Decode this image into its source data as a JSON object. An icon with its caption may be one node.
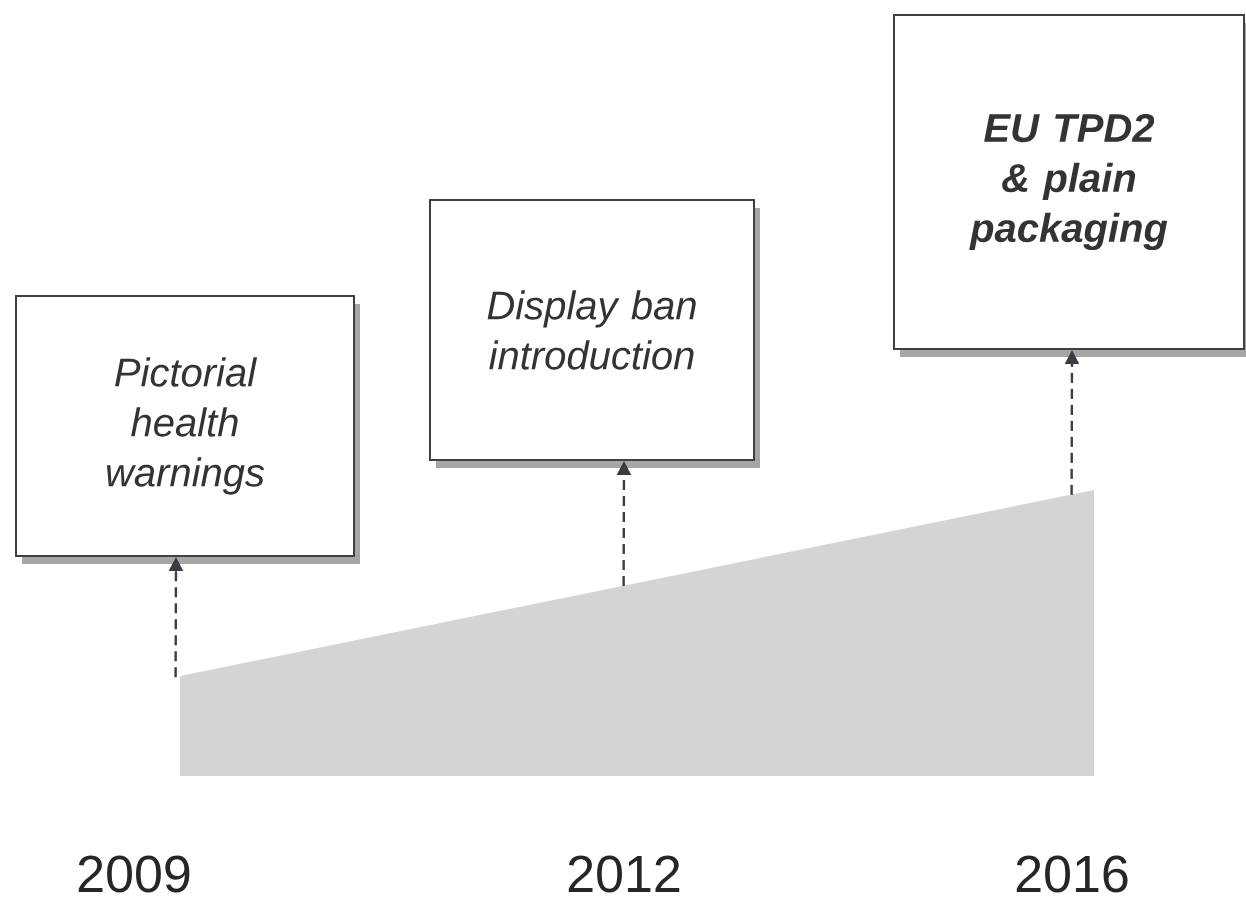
{
  "diagram": {
    "nodes": [
      {
        "text": [
          "Pictorial health warnings"
        ]
      },
      {
        "text": [
          "Display ban introduction"
        ]
      },
      {
        "text": [
          "EU TPD2 & plain packaging"
        ]
      },
      {
        "text": [],
        "shape": "box"
      }
    ],
    "edges": [
      {
        "from": 3,
        "to": 0,
        "arrow": "to",
        "style": "dashed"
      },
      {
        "from": 3,
        "to": 1,
        "arrow": "to",
        "style": "dashed"
      },
      {
        "from": 3,
        "to": 2,
        "arrow": "to",
        "style": "dashed"
      }
    ],
    "labels": [
      "2009",
      "2012",
      "2016"
    ]
  }
}
